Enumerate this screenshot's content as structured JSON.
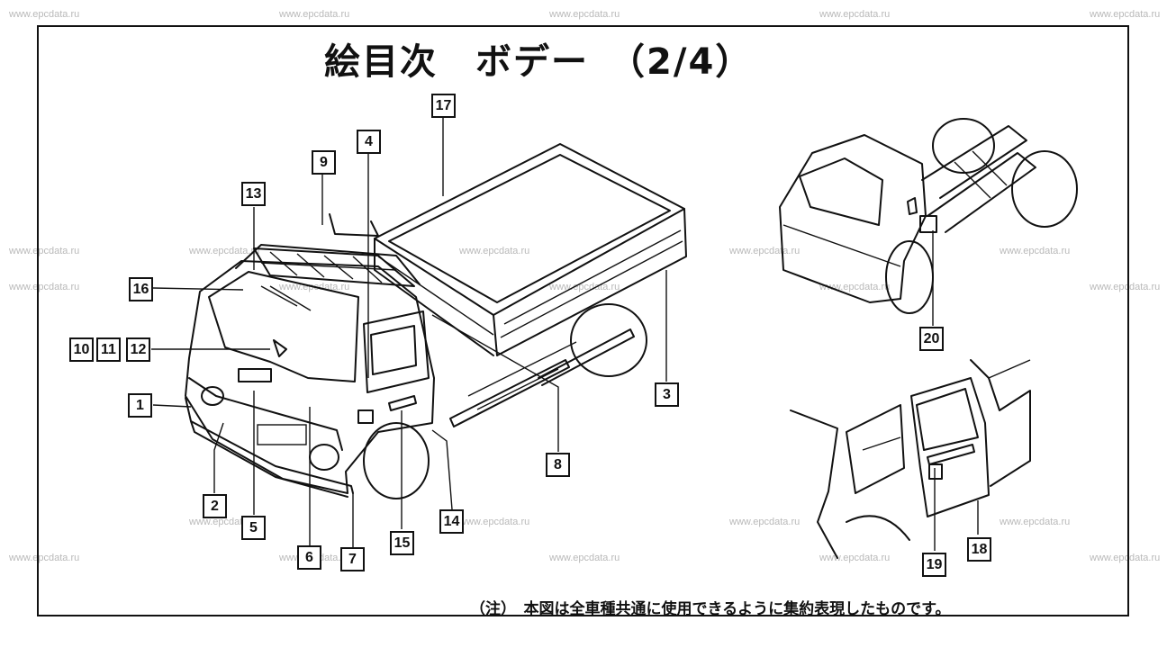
{
  "watermark": "www.epcdata.ru",
  "title": "絵目次　ボデー　（2/4）",
  "note": "（注）　本図は全車種共通に使用できるように集約表現したものです。",
  "callouts": [
    "1",
    "2",
    "3",
    "4",
    "5",
    "6",
    "7",
    "8",
    "9",
    "10",
    "11",
    "12",
    "13",
    "14",
    "15",
    "16",
    "17",
    "18",
    "19",
    "20"
  ]
}
